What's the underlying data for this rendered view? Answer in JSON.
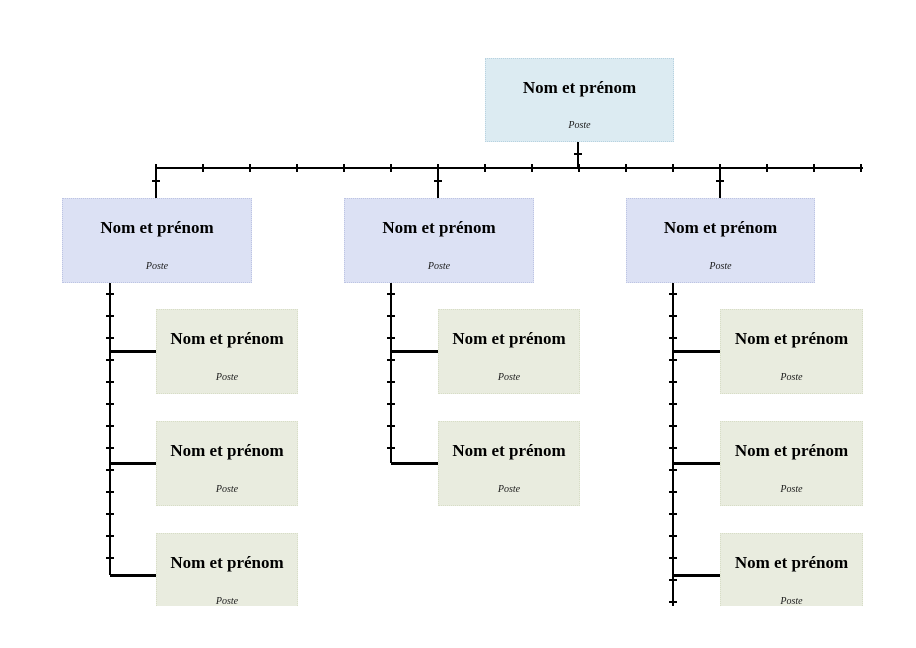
{
  "palette": {
    "page_background": "#ffffff",
    "root_box_fill": "#dcebf2",
    "branch_box_fill": "#dce1f4",
    "leaf_box_fill": "#e9ecdf",
    "connector_color": "#000000"
  },
  "org": {
    "root": {
      "name": "Nom et prénom",
      "role": "Poste"
    },
    "branches": [
      {
        "name": "Nom et prénom",
        "role": "Poste",
        "children": [
          {
            "name": "Nom et prénom",
            "role": "Poste"
          },
          {
            "name": "Nom et prénom",
            "role": "Poste"
          },
          {
            "name": "Nom et prénom",
            "role": "Poste"
          }
        ]
      },
      {
        "name": "Nom et prénom",
        "role": "Poste",
        "children": [
          {
            "name": "Nom et prénom",
            "role": "Poste"
          },
          {
            "name": "Nom et prénom",
            "role": "Poste"
          }
        ]
      },
      {
        "name": "Nom et prénom",
        "role": "Poste",
        "children": [
          {
            "name": "Nom et prénom",
            "role": "Poste"
          },
          {
            "name": "Nom et prénom",
            "role": "Poste"
          },
          {
            "name": "Nom et prénom",
            "role": "Poste"
          }
        ]
      }
    ]
  }
}
